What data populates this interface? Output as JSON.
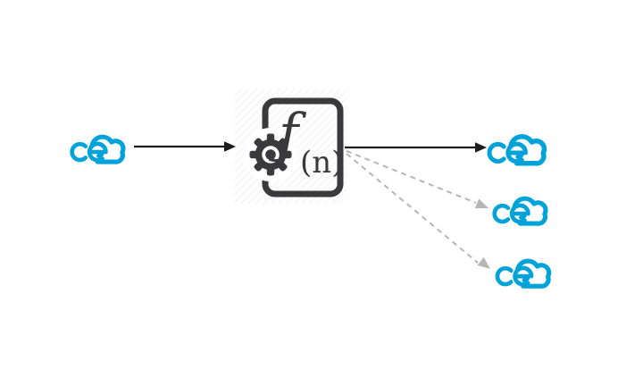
{
  "canvas": {
    "background": "#ffffff"
  },
  "colors": {
    "cloud_blue": "#00a3d9",
    "function_dark": "#3a3a3c",
    "arrow_black": "#1d1d1d",
    "arrow_gray": "#b6b6b6",
    "halo_white": "#ffffff"
  },
  "function_node": {
    "icon": "function-fn-icon",
    "label_f": "ƒ",
    "label_args": "(n)"
  },
  "nodes": [
    {
      "id": "event-source-cloud",
      "icon": "cloudevents-cloud-icon"
    },
    {
      "id": "function",
      "icon": "function-fn-icon",
      "label": "ƒ(n)"
    },
    {
      "id": "event-target-cloud-1",
      "icon": "cloudevents-cloud-icon"
    },
    {
      "id": "event-target-cloud-2",
      "icon": "cloudevents-cloud-icon"
    },
    {
      "id": "event-target-cloud-3",
      "icon": "cloudevents-cloud-icon"
    }
  ],
  "edges": [
    {
      "from": "event-source-cloud",
      "to": "function",
      "style": "solid-black-arrow"
    },
    {
      "from": "function",
      "to": "event-target-cloud-1",
      "style": "solid-black-arrow"
    },
    {
      "from": "function",
      "to": "event-target-cloud-2",
      "style": "dashed-gray-arrow"
    },
    {
      "from": "function",
      "to": "event-target-cloud-3",
      "style": "dashed-gray-arrow"
    }
  ]
}
